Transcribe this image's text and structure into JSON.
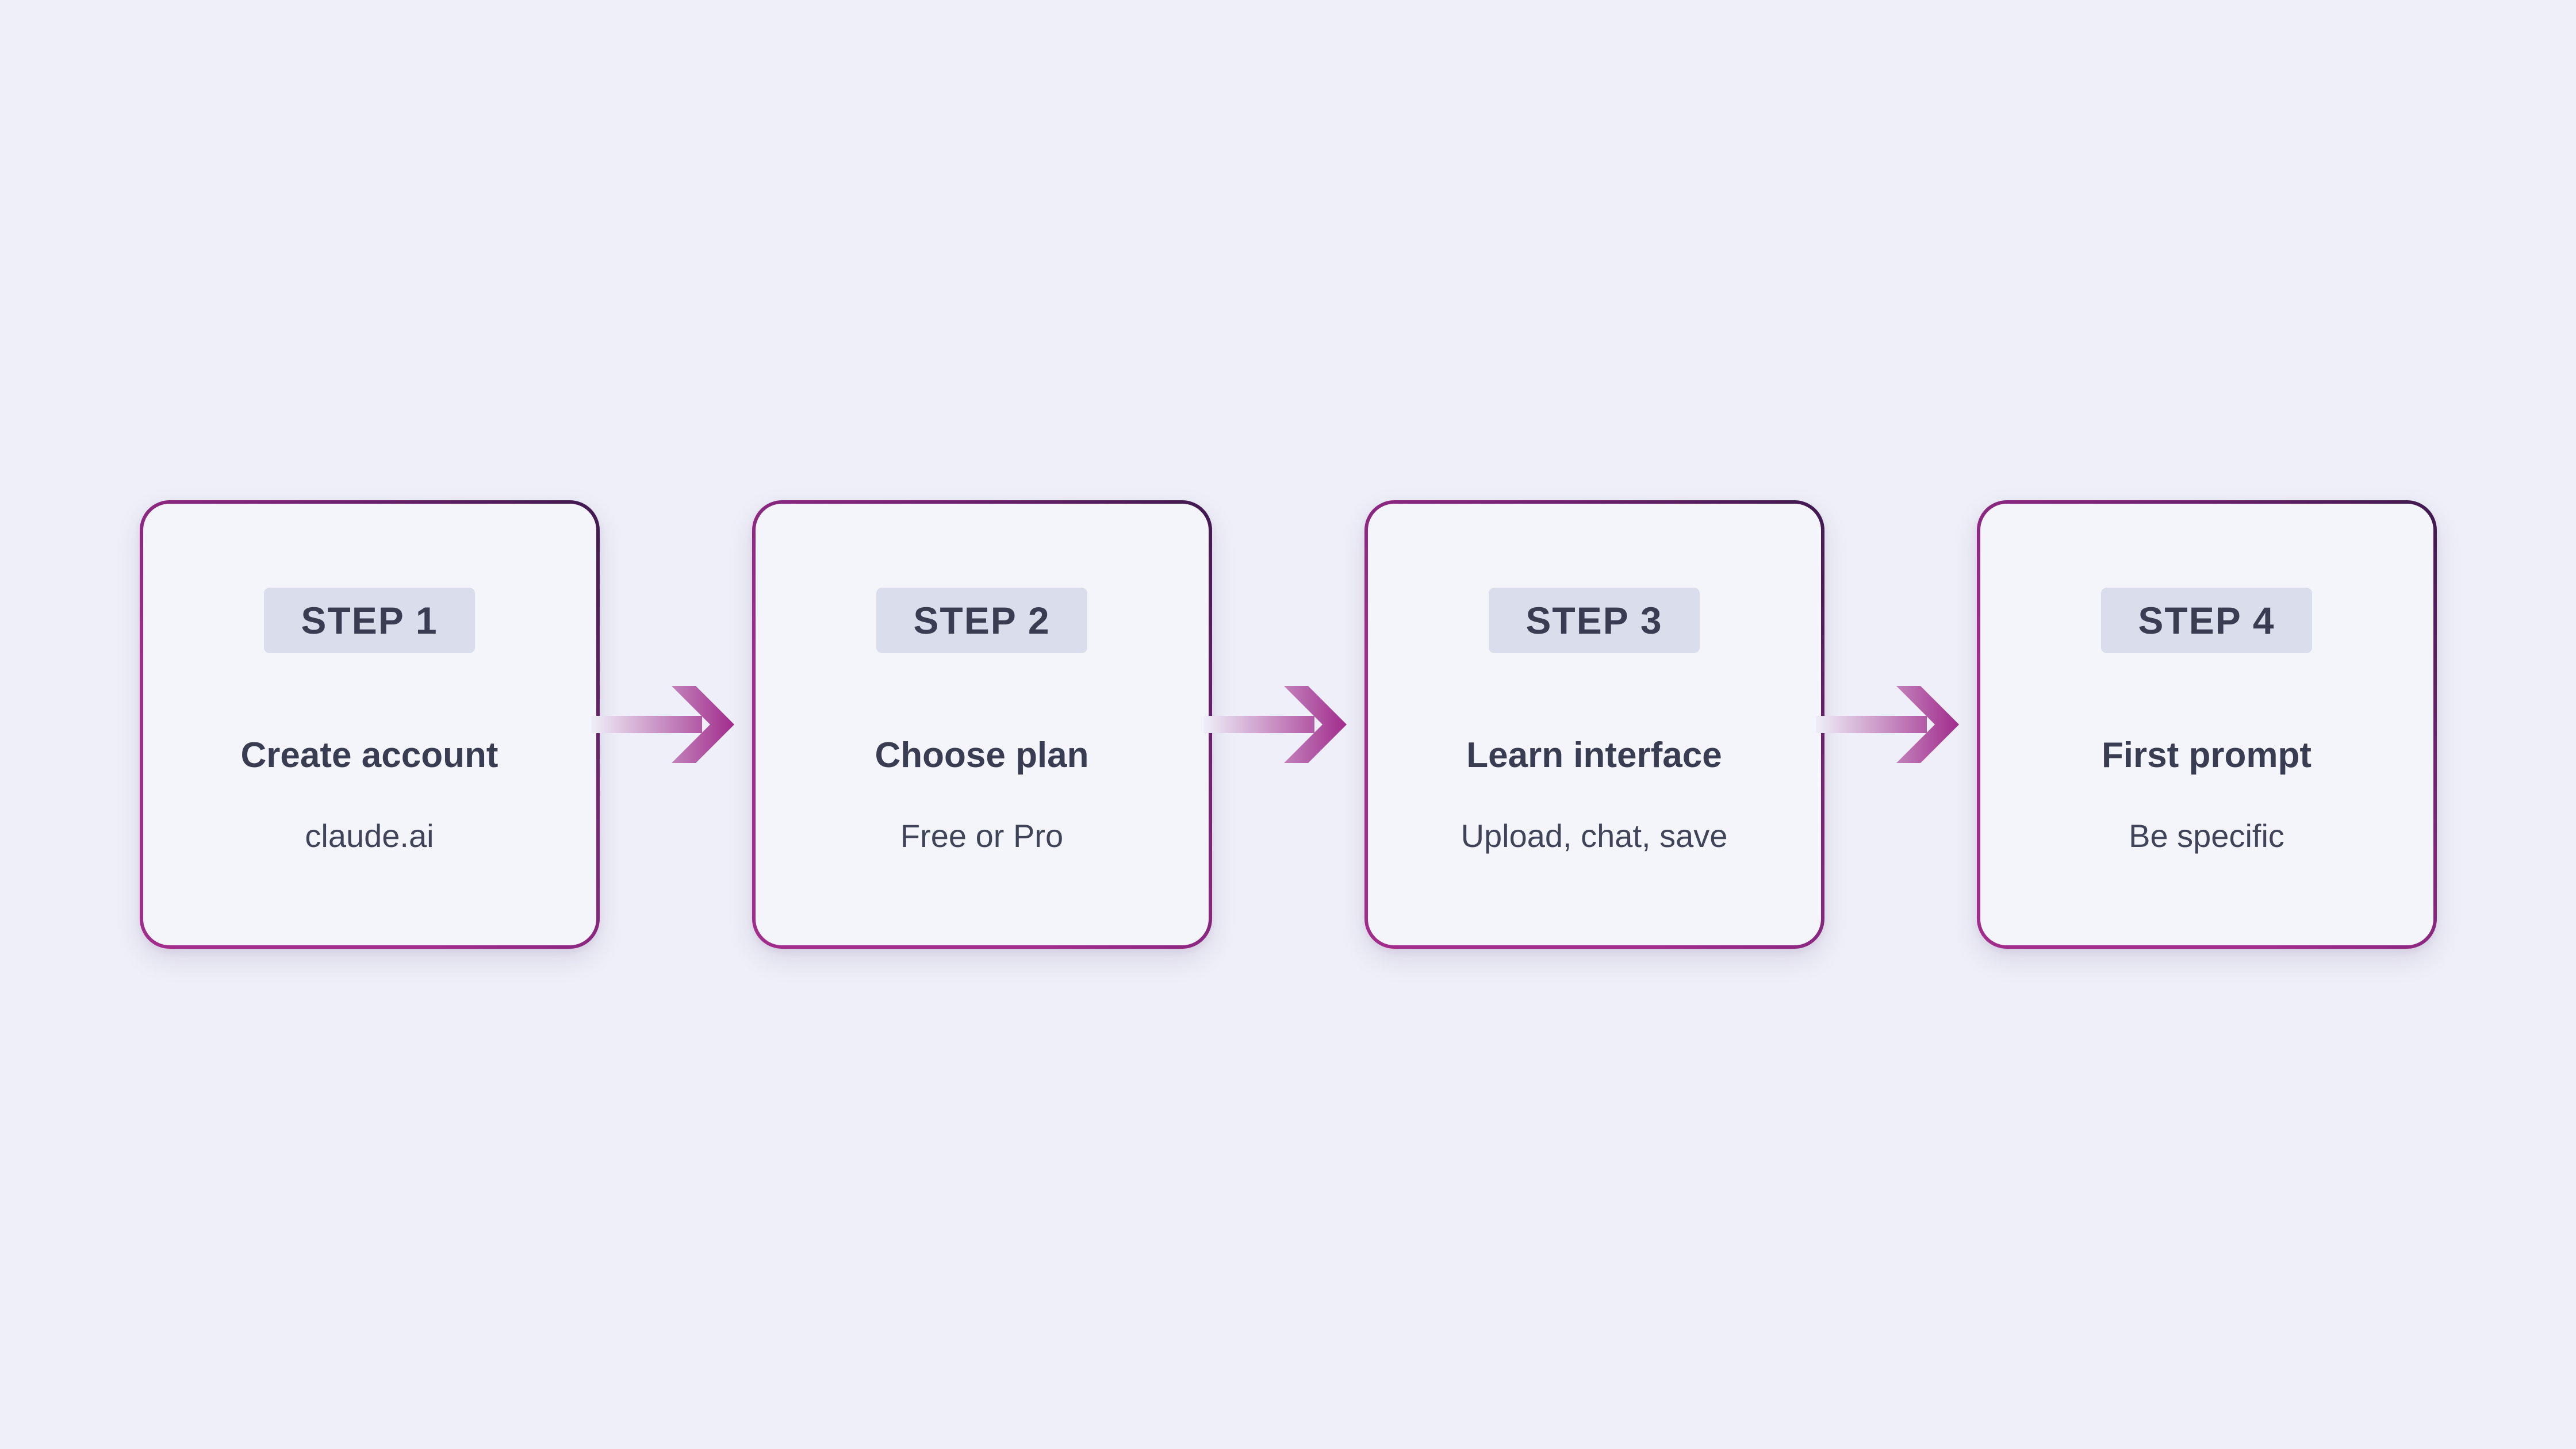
{
  "colors": {
    "page-bg": "#EEEFF8",
    "card-bg": "#F4F5FB",
    "badge-bg": "#DADDEB",
    "ink": "#3A3C52",
    "ink-soft": "#414459",
    "magenta": "#A12C8C",
    "deep-purple": "#40194F"
  },
  "steps": [
    {
      "badge": "STEP 1",
      "title": "Create account",
      "subtitle": "claude.ai"
    },
    {
      "badge": "STEP 2",
      "title": "Choose plan",
      "subtitle": "Free or Pro"
    },
    {
      "badge": "STEP 3",
      "title": "Learn interface",
      "subtitle": "Upload, chat, save"
    },
    {
      "badge": "STEP 4",
      "title": "First prompt",
      "subtitle": "Be specific"
    }
  ]
}
